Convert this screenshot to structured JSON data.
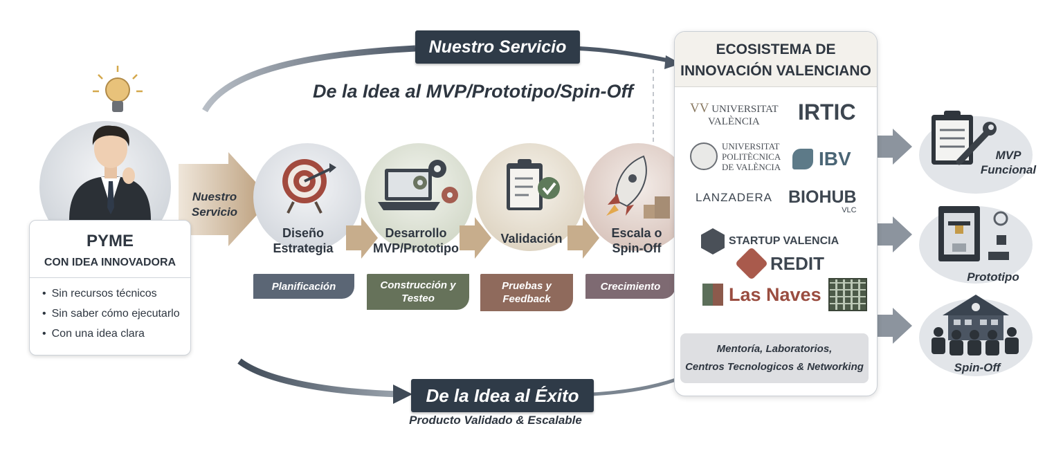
{
  "top_banner": "Nuestro Servicio",
  "headline": "De la Idea al MVP/Prototipo/Spin-Off",
  "pyme": {
    "title": "PYME",
    "subtitle": "CON IDEA INNOVADORA",
    "bullets": [
      "Sin recursos técnicos",
      "Sin saber cómo ejecutarlo",
      "Con una idea clara"
    ]
  },
  "service_arrow": {
    "line1": "Nuestro",
    "line2": "Servicio"
  },
  "stages": [
    {
      "title_1": "Diseño",
      "title_2": "Estrategia",
      "tag_1": "Planificación",
      "tag_2": "",
      "color": "#5b6675"
    },
    {
      "title_1": "Desarrollo",
      "title_2": "MVP/Prototipo",
      "tag_1": "Construcción y",
      "tag_2": "Testeo",
      "color": "#66725a"
    },
    {
      "title_1": "Validación",
      "title_2": "",
      "tag_1": "Pruebas y",
      "tag_2": "Feedback",
      "color": "#8f6a5c"
    },
    {
      "title_1": "Escala o",
      "title_2": "Spin-Off",
      "tag_1": "Crecimiento",
      "tag_2": "",
      "color": "#7e6a72"
    }
  ],
  "ecosystem": {
    "title_1": "ECOSISTEMA DE",
    "title_2": "INNOVACIÓN VALENCIANO",
    "logos": {
      "uv_1": "UNIVERSITAT",
      "uv_2": "VALÈNCIA",
      "irtic": "IRTIC",
      "upv_1": "UNIVERSITAT",
      "upv_2": "POLITÈCNICA",
      "upv_3": "DE VALÈNCIA",
      "ibv": "IBV",
      "lanzadera": "LANZADERA",
      "biohub": "BIOHUB",
      "biohub_sub": "VLC",
      "startup": "STARTUP VALENCIA",
      "redit": "REDIT",
      "lasnaves": "Las Naves"
    },
    "footer_1": "Mentoría, Laboratorios,",
    "footer_2": "Centros Tecnologicos & Networking"
  },
  "outcomes": [
    {
      "line1": "MVP",
      "line2": "Funcional"
    },
    {
      "line1": "Prototipo",
      "line2": ""
    },
    {
      "line1": "Spin-Off",
      "line2": ""
    }
  ],
  "bottom_banner": "De la Idea al Éxito",
  "bottom_caption": "Producto Validado & Escalable",
  "colors": {
    "banner": "#2f3b48",
    "arrow_tan": "#c2a98a",
    "arrow_gray": "#8c949e",
    "curve": "#5e6874"
  }
}
